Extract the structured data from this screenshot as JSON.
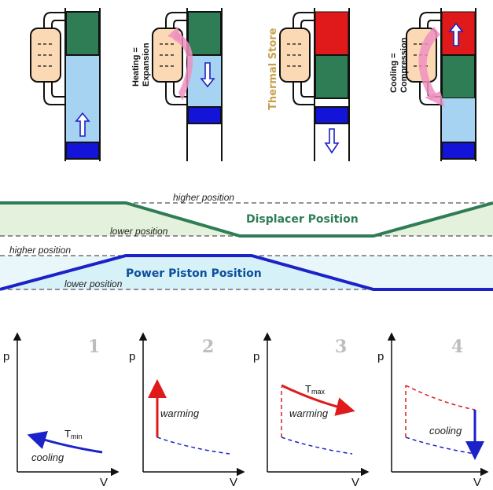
{
  "top_labels": {
    "heating": "Heating =",
    "expansion": "Expansion",
    "thermal_store": "Thermal Store",
    "cooling": "Cooling =",
    "compression": "Compression"
  },
  "positions": {
    "displacer_higher": "higher position",
    "displacer_lower": "lower position",
    "displacer_title": "Displacer Position",
    "piston_higher": "higher position",
    "piston_lower": "lower position",
    "piston_title": "Power Piston Position"
  },
  "pv_panels": [
    {
      "number": "1",
      "p": "p",
      "v": "V",
      "t_main": "T",
      "t_sub": "min",
      "note": "cooling"
    },
    {
      "number": "2",
      "p": "p",
      "v": "V",
      "note": "warming"
    },
    {
      "number": "3",
      "p": "p",
      "v": "V",
      "t_main": "T",
      "t_sub": "max",
      "note": "warming"
    },
    {
      "number": "4",
      "p": "p",
      "v": "V",
      "note": "cooling"
    }
  ],
  "colors": {
    "displacer_green": "#2e7d55",
    "displacer_band": "#e4f1dc",
    "piston_blue": "#1a22c8",
    "piston_band": "#d7f1f8",
    "hot_red": "#e01a1a",
    "gas_blue": "#a7d3f2",
    "pink_arrow": "#ee8fc0",
    "tank": "#fbd9b4"
  }
}
